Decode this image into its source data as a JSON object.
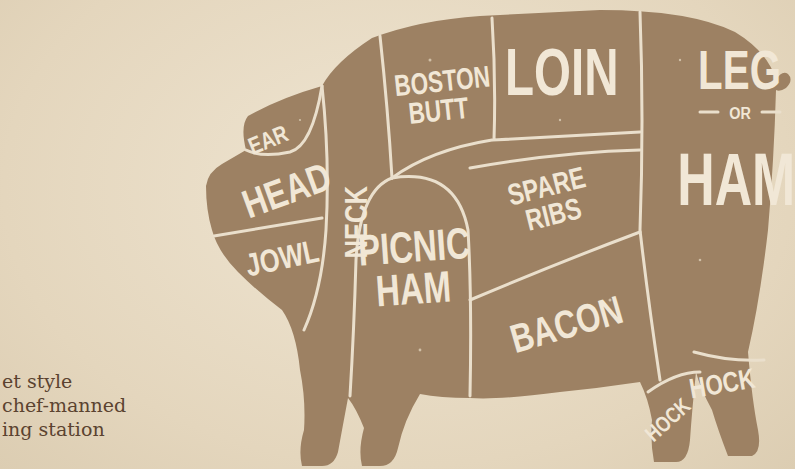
{
  "diagram": {
    "labels": [
      "EAR",
      "HEAD",
      "JOWL",
      "NECK",
      "BOSTON BUTT",
      "PICNIC HAM",
      "LOIN",
      "SPARE RIBS",
      "BACON",
      "LEG",
      "OR",
      "HAM",
      "HOCK",
      "HOCK",
      "et style",
      "chef-manned",
      "ing station"
    ]
  }
}
